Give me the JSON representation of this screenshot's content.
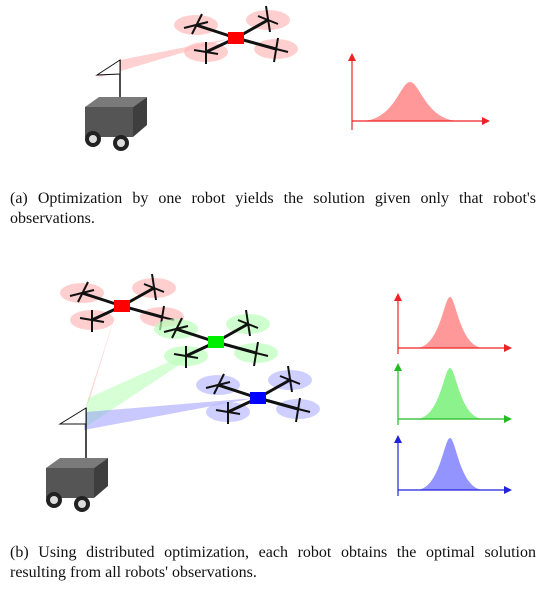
{
  "panel_a": {
    "caption": "(a) Optimization by one robot yields the solution given only that robot's observations.",
    "robots": [
      {
        "role": "ground-robot"
      },
      {
        "role": "quadrotor",
        "color": "#ff0000"
      }
    ],
    "plot": {
      "color": "#ff5555"
    }
  },
  "panel_b": {
    "caption": "(b) Using distributed optimization, each robot obtains the optimal solution resulting from all robots' observations.",
    "robots": [
      {
        "role": "ground-robot"
      },
      {
        "role": "quadrotor",
        "color": "#ff0000"
      },
      {
        "role": "quadrotor",
        "color": "#00ee00"
      },
      {
        "role": "quadrotor",
        "color": "#0000ff"
      }
    ],
    "plots": [
      {
        "color": "#ff5555"
      },
      {
        "color": "#22dd22"
      },
      {
        "color": "#2222ff"
      }
    ]
  },
  "icons": {
    "ground_robot": "ground-robot-icon",
    "quadrotor": "quadrotor-icon",
    "flag": "flag-icon"
  }
}
